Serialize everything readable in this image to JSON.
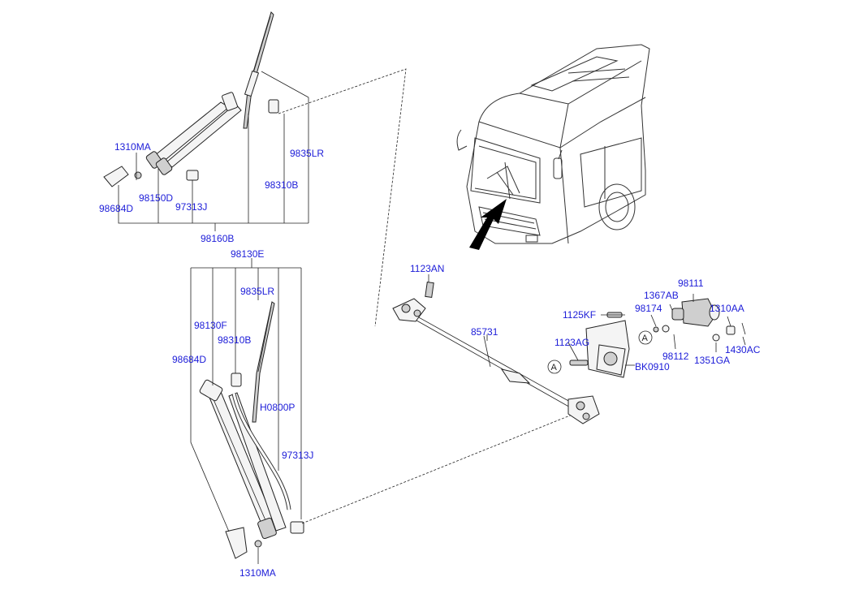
{
  "labels": {
    "l_1310MA_top": "1310MA",
    "l_98684D_top": "98684D",
    "l_98150D": "98150D",
    "l_97313J_top": "97313J",
    "l_98310B_top": "98310B",
    "l_9835LR_top": "9835LR",
    "l_98160B": "98160B",
    "l_98130E": "98130E",
    "l_9835LR_bot": "9835LR",
    "l_98130F": "98130F",
    "l_98310B_bot": "98310B",
    "l_98684D_bot": "98684D",
    "l_H0800P": "H0800P",
    "l_97313J_bot": "97313J",
    "l_1310MA_bot": "1310MA",
    "l_1123AN": "1123AN",
    "l_85731": "85731",
    "l_1123AG": "1123AG",
    "l_1125KF": "1125KF",
    "l_BK0910": "BK0910",
    "l_98111": "98111",
    "l_1367AB": "1367AB",
    "l_98174": "98174",
    "l_1310AA": "1310AA",
    "l_98112": "98112",
    "l_1351GA": "1351GA",
    "l_1430AC": "1430AC"
  },
  "callouts": {
    "a1": "A",
    "a2": "A"
  },
  "colors": {
    "label": "#1c1cd8",
    "line": "#222222"
  },
  "icons": {
    "bus": "bus-illustration",
    "arrow": "location-arrow"
  }
}
